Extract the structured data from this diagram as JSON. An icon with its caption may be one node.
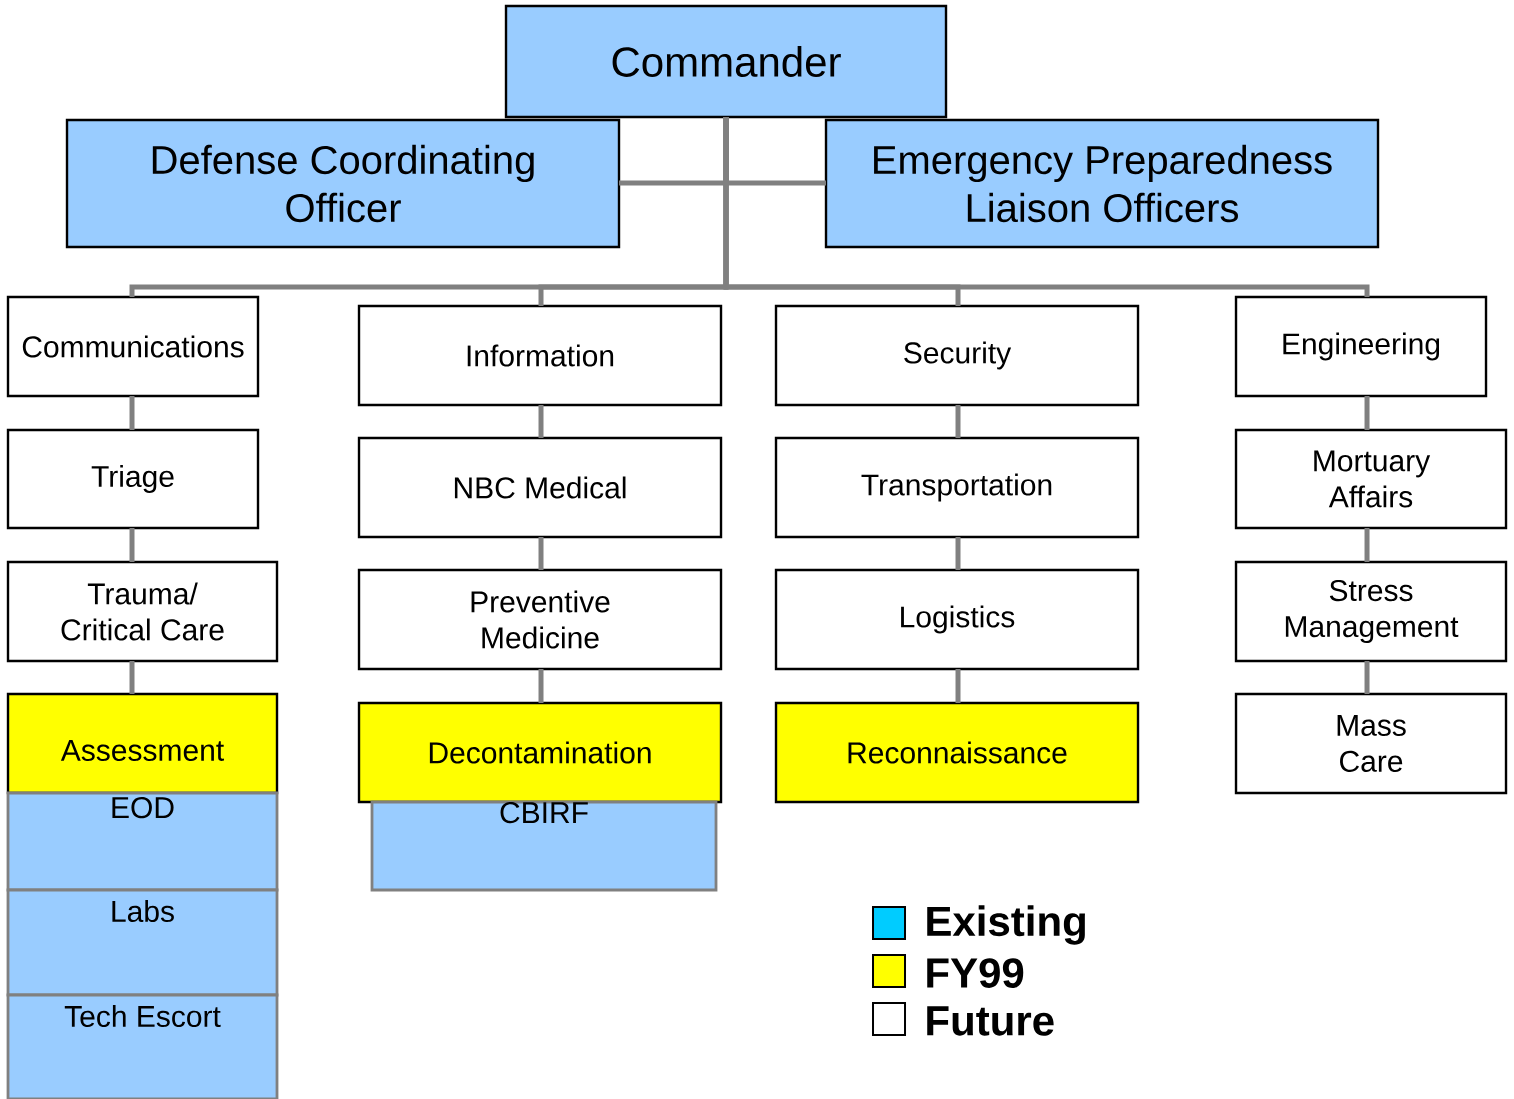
{
  "diagram": {
    "nodes": [
      {
        "text": [
          "Commander"
        ]
      },
      {
        "text": [
          "Defense Coordinating Officer"
        ]
      },
      {
        "text": [
          "Emergency Preparedness Liaison Officers"
        ]
      },
      {
        "text": [
          "Communications"
        ]
      },
      {
        "text": [
          "Triage"
        ]
      },
      {
        "text": [
          "Trauma/ Critical Care"
        ]
      },
      {
        "text": [
          "Assessment"
        ]
      },
      {
        "text": [
          "EOD"
        ]
      },
      {
        "text": [
          "Labs"
        ]
      },
      {
        "text": [
          "Tech Escort"
        ]
      },
      {
        "text": [
          "Information"
        ]
      },
      {
        "text": [
          "NBC Medical"
        ]
      },
      {
        "text": [
          "Preventive Medicine"
        ]
      },
      {
        "text": [
          "Decontamination"
        ]
      },
      {
        "text": [
          "CBIRF"
        ]
      },
      {
        "text": [
          "Security"
        ]
      },
      {
        "text": [
          "Transportation"
        ]
      },
      {
        "text": [
          "Logistics"
        ]
      },
      {
        "text": [
          "Reconnaissance"
        ]
      },
      {
        "text": [
          "Engineering"
        ]
      },
      {
        "text": [
          "Mortuary Affairs"
        ]
      },
      {
        "text": [
          "Stress Management"
        ]
      },
      {
        "text": [
          "Mass Care"
        ]
      }
    ],
    "edges": [
      {
        "from": 0,
        "to": 1,
        "arrow": "none"
      },
      {
        "from": 0,
        "to": 2,
        "arrow": "none"
      },
      {
        "from": 0,
        "to": 3,
        "arrow": "none"
      },
      {
        "from": 0,
        "to": 10,
        "arrow": "none"
      },
      {
        "from": 0,
        "to": 15,
        "arrow": "none"
      },
      {
        "from": 0,
        "to": 19,
        "arrow": "none"
      },
      {
        "from": 3,
        "to": 4,
        "arrow": "none"
      },
      {
        "from": 4,
        "to": 5,
        "arrow": "none"
      },
      {
        "from": 5,
        "to": 6,
        "arrow": "none"
      },
      {
        "from": 10,
        "to": 11,
        "arrow": "none"
      },
      {
        "from": 11,
        "to": 12,
        "arrow": "none"
      },
      {
        "from": 12,
        "to": 13,
        "arrow": "none"
      },
      {
        "from": 15,
        "to": 16,
        "arrow": "none"
      },
      {
        "from": 16,
        "to": 17,
        "arrow": "none"
      },
      {
        "from": 17,
        "to": 18,
        "arrow": "none"
      },
      {
        "from": 19,
        "to": 20,
        "arrow": "none"
      },
      {
        "from": 20,
        "to": 21,
        "arrow": "none"
      },
      {
        "from": 21,
        "to": 22,
        "arrow": "none"
      }
    ],
    "legend": [
      {
        "text": "Existing",
        "color": "#00ccff"
      },
      {
        "text": "FY99",
        "color": "#ffff00"
      },
      {
        "text": "Future"
      }
    ]
  }
}
